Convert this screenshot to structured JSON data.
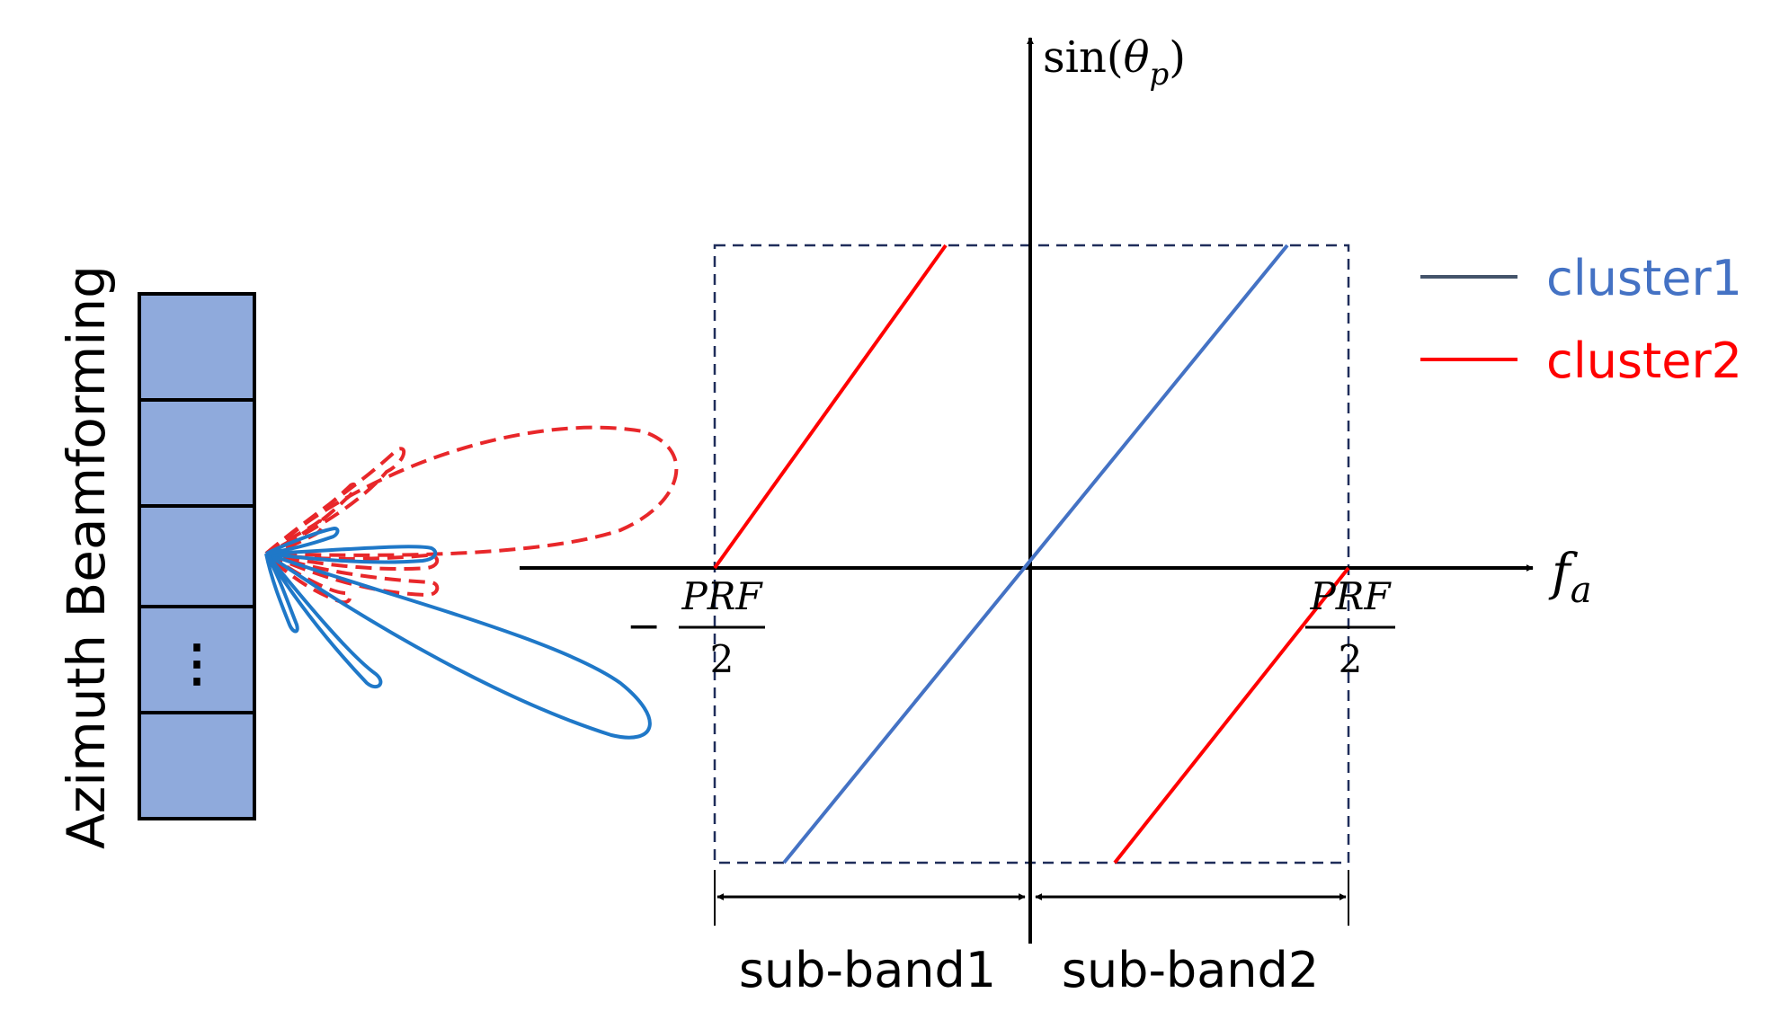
{
  "side_label": "Azimuth Beamforming",
  "array": {
    "ellipsis": "⋮",
    "element_color": "#8faadc"
  },
  "axes": {
    "y_label_func": "sin(",
    "y_label_var": "θ",
    "y_label_sub": "p",
    "y_label_close": ")",
    "x_label_var": "f",
    "x_label_sub": "a"
  },
  "ticks": {
    "left_sign": "−",
    "left_num": "PRF",
    "left_den": "2",
    "right_num": "PRF",
    "right_den": "2"
  },
  "legend": {
    "items": [
      {
        "label": "cluster1",
        "line_color": "#44546a",
        "text_color": "#4472c4"
      },
      {
        "label": "cluster2",
        "line_color": "#ff0000",
        "text_color": "#ff0000"
      }
    ]
  },
  "subbands": {
    "band1": "sub-band1",
    "band2": "sub-band2"
  },
  "colors": {
    "cluster1_line": "#4472c4",
    "cluster2_line": "#ff0000",
    "beam_solid": "#1f78c8",
    "beam_dashed": "#e8272a",
    "box": "#1f2d5a"
  }
}
